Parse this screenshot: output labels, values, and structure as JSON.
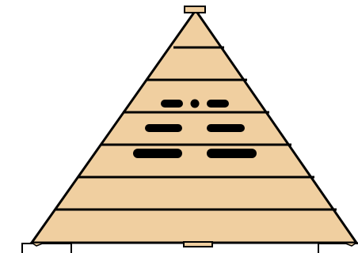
{
  "colors": {
    "background": "#ffffff",
    "pyramid_fill": "#f0cfa0",
    "outline": "#000000",
    "block_fill": "#ffffff",
    "mark_fill": "#000000"
  },
  "pyramid": {
    "layer_count": 7
  },
  "marks": {
    "row_3": [
      "dash",
      "dot",
      "dash"
    ],
    "row_4": [
      "dash",
      "dash"
    ],
    "row_5": [
      "long-dash",
      "long-dash"
    ]
  },
  "icons": {
    "apex_block": "rectangle-block",
    "base_blocks": "rectangle-block"
  }
}
